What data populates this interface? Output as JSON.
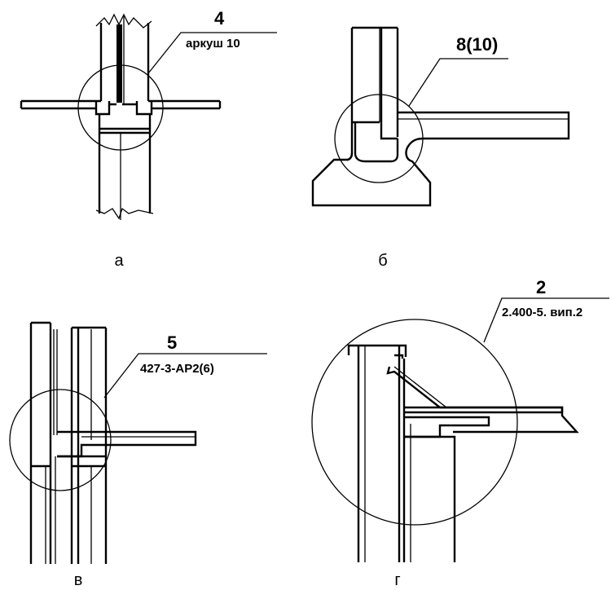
{
  "figures": {
    "a": {
      "letter": "а",
      "callout_number": "4",
      "callout_ref": "аркуш 10"
    },
    "b": {
      "letter": "б",
      "callout_number": "8(10)",
      "callout_ref": ""
    },
    "v": {
      "letter": "в",
      "callout_number": "5",
      "callout_ref": "427-3-АР2(6)"
    },
    "g": {
      "letter": "г",
      "callout_number": "2",
      "callout_ref": "2.400-5. вип.2"
    }
  },
  "colors": {
    "line": "#000000",
    "background": "#ffffff"
  }
}
